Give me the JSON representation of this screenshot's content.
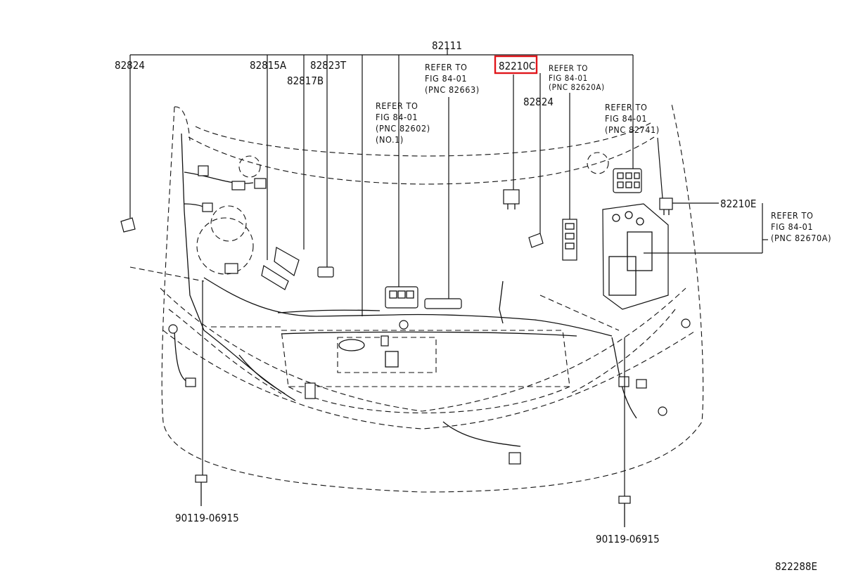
{
  "diagram": {
    "labels": {
      "p82111": "82111",
      "p82824_left": "82824",
      "p82815A": "82815A",
      "p82823T": "82823T",
      "p82817B": "82817B",
      "p82210C": "82210C",
      "p82824_right": "82824",
      "p82210E": "82210E",
      "bolt_left": "90119-06915",
      "bolt_right": "90119-06915",
      "figure_id": "822288E"
    },
    "refs": {
      "r82663": [
        "REFER TO",
        "FIG 84-01",
        "(PNC 82663)"
      ],
      "r82602": [
        "REFER TO",
        "FIG 84-01",
        "(PNC 82602)",
        "(NO.1)"
      ],
      "r82620A": [
        "REFER  TO",
        "FIG  84-01",
        "(PNC  82620A)"
      ],
      "r82741": [
        "REFER TO",
        "FIG 84-01",
        "(PNC 82741)"
      ],
      "r82670A": [
        "REFER TO",
        "FIG 84-01",
        "(PNC 82670A)"
      ]
    },
    "highlight_color": "#e0161b",
    "highlighted_part": "82210C"
  }
}
